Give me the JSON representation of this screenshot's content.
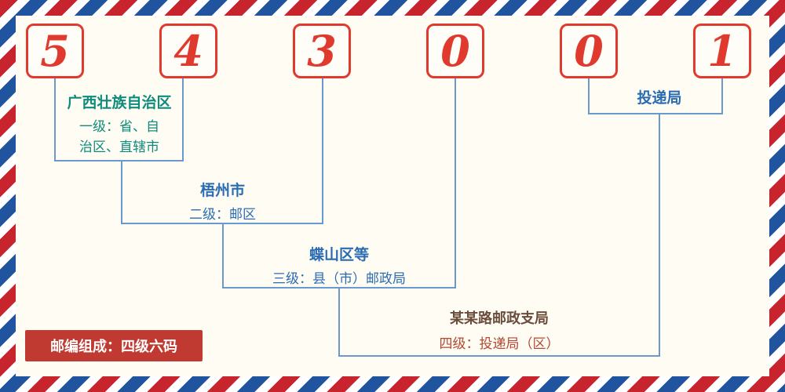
{
  "postal_code": {
    "digits": [
      "5",
      "4",
      "3",
      "0",
      "0",
      "1"
    ]
  },
  "levels": {
    "level1": {
      "region": "广西壮族自治区",
      "desc_line1": "一级：省、自",
      "desc_line2": "治区、直辖市",
      "color": "#0f8b7d"
    },
    "level2": {
      "region": "梧州市",
      "desc": "二级：邮区",
      "color": "#2a6cb3"
    },
    "level3": {
      "region": "蝶山区等",
      "desc": "三级：县（市）邮政局",
      "color": "#2a6cb3"
    },
    "level4": {
      "region": "某某路邮政支局",
      "desc": "四级：投递局（区）",
      "title_color": "#6b4c3c",
      "desc_color": "#b54733"
    },
    "delivery": {
      "label": "投递局",
      "color": "#2a6cb3"
    }
  },
  "badge": {
    "text": "邮编组成：四级六码",
    "bg": "#c13a31",
    "fg": "#ffffff"
  },
  "colors": {
    "digit": "#e03a2e",
    "box_border": "#e03a2e",
    "connector_line": "#6a99cf",
    "stripe_red": "#c8242e",
    "stripe_blue": "#20549e",
    "background": "#fffdf3"
  }
}
